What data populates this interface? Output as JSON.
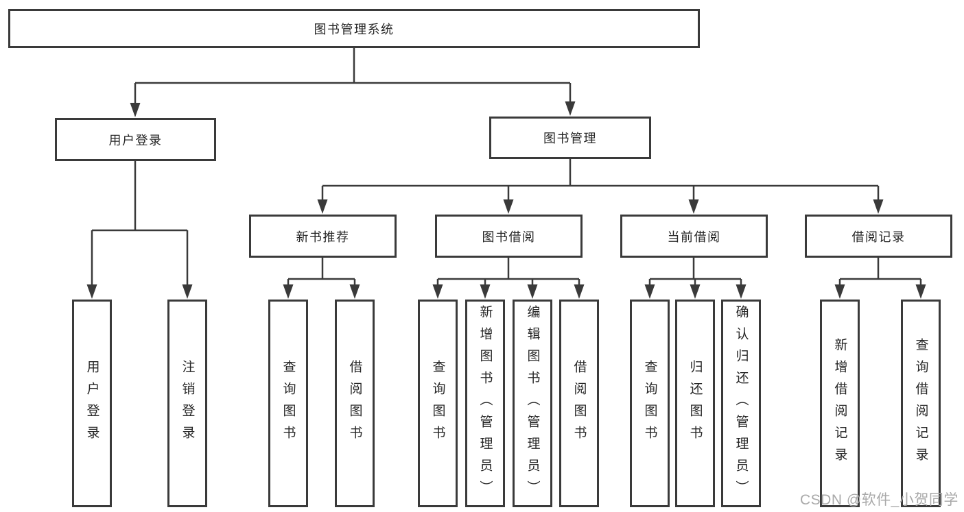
{
  "tree": {
    "root": {
      "label": "图书管理系统"
    },
    "level2": [
      {
        "label": "用户登录",
        "children": [
          {
            "label": "用户登录"
          },
          {
            "label": "注销登录"
          }
        ]
      },
      {
        "label": "图书管理",
        "children": [
          {
            "label": "新书推荐",
            "children": [
              {
                "label": "查询图书"
              },
              {
                "label": "借阅图书"
              }
            ]
          },
          {
            "label": "图书借阅",
            "children": [
              {
                "label": "查询图书"
              },
              {
                "label": "新增图书（管理员）"
              },
              {
                "label": "编辑图书（管理员）"
              },
              {
                "label": "借阅图书"
              }
            ]
          },
          {
            "label": "当前借阅",
            "children": [
              {
                "label": "查询图书"
              },
              {
                "label": "归还图书"
              },
              {
                "label": "确认归还（管理员）"
              }
            ]
          },
          {
            "label": "借阅记录",
            "children": [
              {
                "label": "新增借阅记录"
              },
              {
                "label": "查询借阅记录"
              }
            ]
          }
        ]
      }
    ]
  },
  "watermark": {
    "text": "CSDN @软件_小贺同学"
  },
  "colors": {
    "line": "#3a3a3a",
    "box_border": "#3a3a3a",
    "box_fill": "#ffffff",
    "text": "#262626",
    "watermark": "#a9a9a9"
  }
}
